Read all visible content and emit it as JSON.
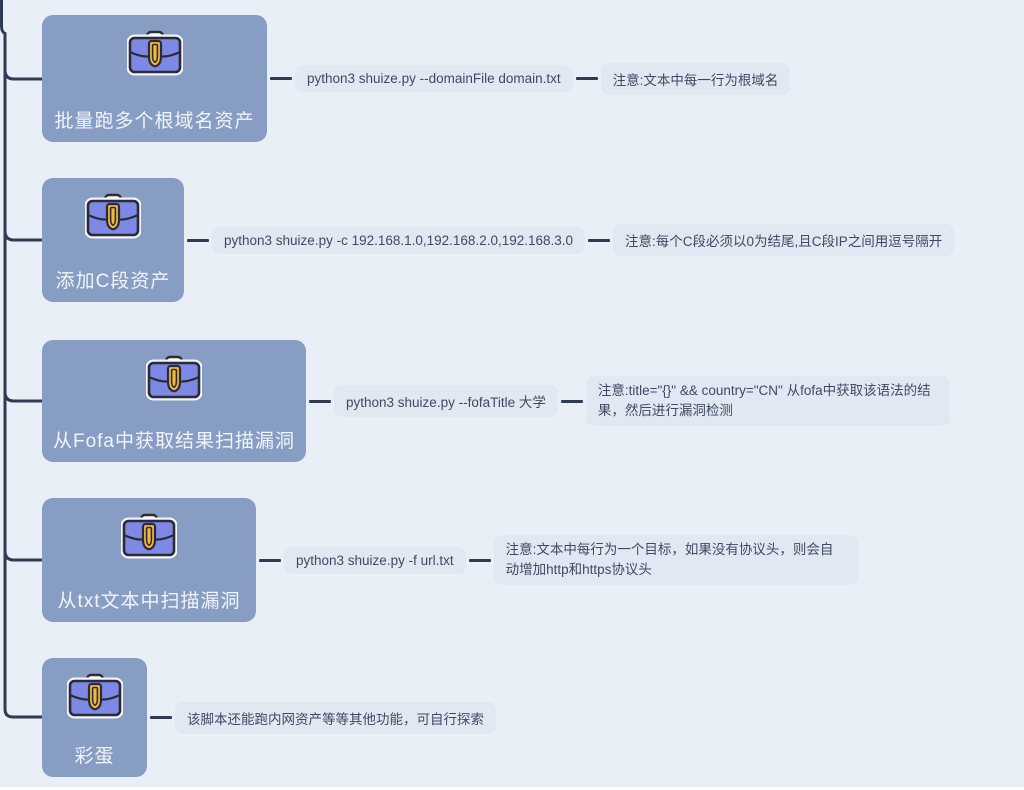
{
  "colors": {
    "background": "#e9eff7",
    "connector_line": "#2e3b52",
    "node_fill": "#879dc4",
    "node_text": "#f1f5fa",
    "box_fill": "#e2e8f2",
    "box_text": "#3e4a63",
    "briefcase_body": "#7d89e4",
    "briefcase_clasp": "#f2b93f"
  },
  "rows": [
    {
      "label": "批量跑多个根域名资产",
      "command": "python3 shuize.py --domainFile domain.txt",
      "note": "注意:文本中每一行为根域名"
    },
    {
      "label": "添加C段资产",
      "command": "python3 shuize.py -c 192.168.1.0,192.168.2.0,192.168.3.0",
      "note": "注意:每个C段必须以0为结尾,且C段IP之间用逗号隔开"
    },
    {
      "label": "从Fofa中获取结果扫描漏洞",
      "command": "python3 shuize.py --fofaTitle 大学",
      "note": "注意:title=\"{}\" && country=\"CN\" 从fofa中获取该语法的结果，然后进行漏洞检测"
    },
    {
      "label": "从txt文本中扫描漏洞",
      "command": "python3 shuize.py -f url.txt",
      "note": "注意:文本中每行为一个目标，如果没有协议头，则会自动增加http和https协议头"
    },
    {
      "label": "彩蛋",
      "note": "该脚本还能跑内网资产等等其他功能，可自行探索"
    }
  ]
}
